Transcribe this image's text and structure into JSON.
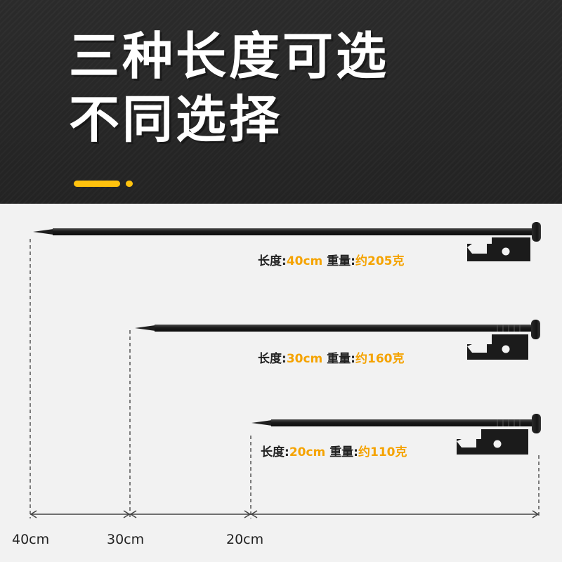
{
  "banner": {
    "line1": "三种长度可选",
    "line2": "不同选择",
    "accent_color": "#ffc20e"
  },
  "stakes": [
    {
      "length_label": "长度:",
      "length_value": "40cm",
      "weight_label": "重量:",
      "weight_value": "约205克"
    },
    {
      "length_label": "长度:",
      "length_value": "30cm",
      "weight_label": "重量:",
      "weight_value": "约160克"
    },
    {
      "length_label": "长度:",
      "length_value": "20cm",
      "weight_label": "重量:",
      "weight_value": "约110克"
    }
  ],
  "scale": {
    "labels": [
      "40cm",
      "30cm",
      "20cm"
    ]
  },
  "colors": {
    "highlight": "#f5a300",
    "banner_background": "#262626",
    "page_background": "#f2f2f2",
    "stake": "#1e1e1e"
  }
}
